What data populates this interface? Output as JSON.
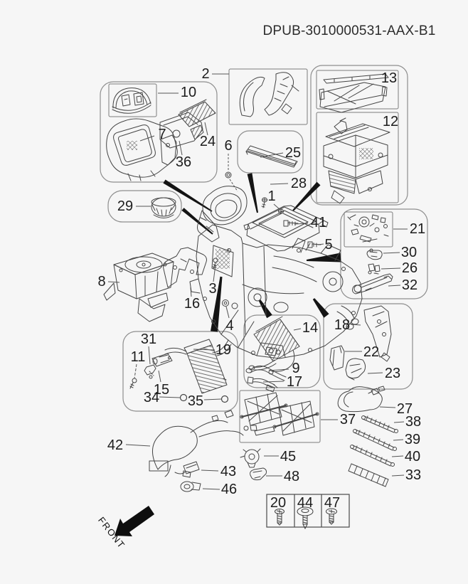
{
  "title": "DPUB-3010000531-AAX-B1",
  "orientation": {
    "front_label": "FRONT"
  },
  "colors": {
    "background": "#f6f6f6",
    "line_art": "#454545",
    "box_border": "#8e8e8e",
    "label_text": "#1d1d1d",
    "leader": "#141414"
  },
  "callouts": {
    "p1": "1",
    "p2": "2",
    "p3": "3",
    "p4": "4",
    "p5": "5",
    "p6": "6",
    "p7": "7",
    "p8": "8",
    "p9": "9",
    "p10": "10",
    "p11": "11",
    "p12": "12",
    "p13": "13",
    "p14": "14",
    "p15": "15",
    "p16": "16",
    "p17": "17",
    "p18": "18",
    "p19": "19",
    "p20": "20",
    "p21": "21",
    "p22": "22",
    "p23": "23",
    "p24": "24",
    "p25": "25",
    "p26": "26",
    "p27": "27",
    "p28": "28",
    "p29": "29",
    "p30": "30",
    "p31": "31",
    "p32": "32",
    "p33": "33",
    "p34": "34",
    "p35": "35",
    "p36": "36",
    "p37": "37",
    "p38": "38",
    "p39": "39",
    "p40": "40",
    "p41": "41",
    "p42": "42",
    "p43": "43",
    "p44": "44",
    "p45": "45",
    "p46": "46",
    "p47": "47",
    "p48": "48"
  },
  "fastener_table": {
    "columns": [
      "20",
      "44",
      "47"
    ]
  }
}
